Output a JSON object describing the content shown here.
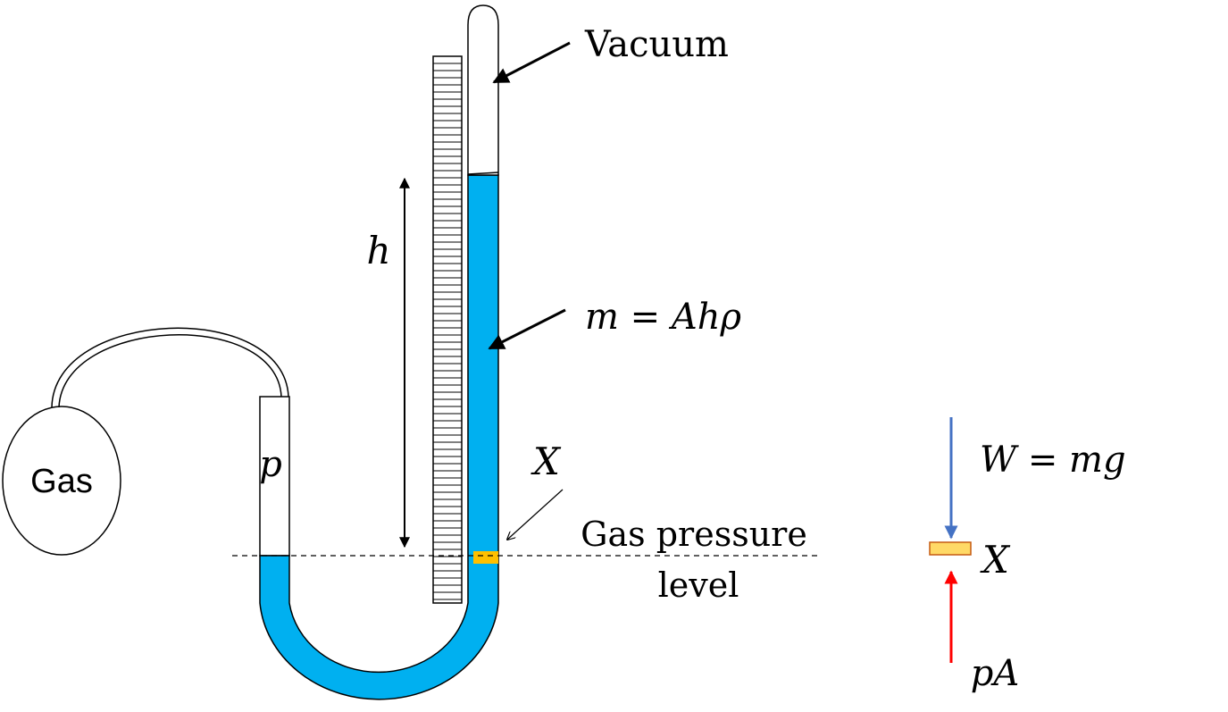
{
  "labels": {
    "vacuum": "Vacuum",
    "height": "h",
    "mass_eq": "m = Ahρ",
    "point_x_tube": "X",
    "gas_level_line1": "Gas pressure",
    "gas_level_line2": "level",
    "gas": "Gas",
    "pressure": "p",
    "weight_eq": "W = mg",
    "point_x_fbd": "X",
    "force_up": "pA"
  },
  "colors": {
    "liquid": "#00b0f0",
    "element_fill": "#ffc000",
    "element_fbd_fill": "#ffd966",
    "element_fbd_stroke": "#c55a11",
    "weight_arrow": "#4472c4",
    "pressure_arrow": "#ff0000",
    "outline": "#000000"
  }
}
